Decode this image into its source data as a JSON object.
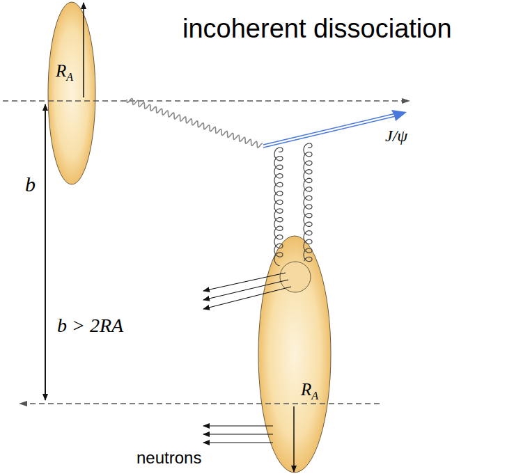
{
  "diagram": {
    "title": "incoherent dissociation",
    "nodes": [
      {
        "text": [
          "RA"
        ]
      },
      {
        "text": [
          "RA"
        ]
      }
    ],
    "labels": [
      "J/ψ",
      "b",
      "b > 2RA",
      "neutrons"
    ]
  }
}
